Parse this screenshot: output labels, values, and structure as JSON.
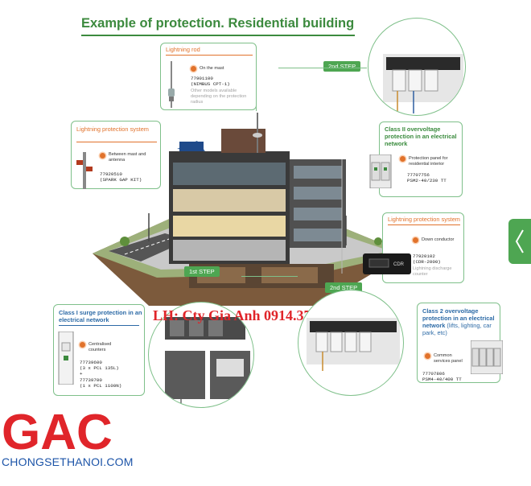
{
  "title": "Example of protection. Residential building",
  "steps": {
    "second_top": "2nd STEP",
    "first": "1st STEP",
    "second_mid": "2nd STEP"
  },
  "lightning_rod": {
    "title": "Lightning rod",
    "location": "On the mast",
    "code": "77901100\n(NIMBUS CPT-1)",
    "note": "Other models available depending on the protection radius"
  },
  "lps_left": {
    "title": "Lightning protection system",
    "location": "Between mast and antenna",
    "code": "77920510\n(SPARK GAP KIT)"
  },
  "class2_top": {
    "title": "Class II overvoltage protection in an electrical network",
    "location": "Protection panel for residential interior",
    "code": "77707756\nPSM2-40/230 TT"
  },
  "lps_right": {
    "title": "Lightning protection system",
    "location": "Down conductor",
    "code": "77920102\n(CDR-2000)",
    "note": "Lightning discharge counter"
  },
  "class1": {
    "title": "Class I surge protection in an electrical network",
    "location": "Centralised counters",
    "code": "77739600\n(3 x PCL 135L)\n+\n77739700\n(1 x PCL 1100N)"
  },
  "class2_bottom": {
    "title_main": "Class 2 overvoltage protection in an electrical network",
    "title_extra": "(lifts, lighting, car park, etc)",
    "location": "Common services panel",
    "code": "77707806\nPSM4-40/400 TT"
  },
  "watermark": "LH: Cty Gia Anh 0914.377611",
  "logo": {
    "letters": "GAC",
    "site": "CHONGSETHANOI.COM"
  },
  "colors": {
    "accent_green": "#3c8a3e",
    "card_border": "#7fc08a",
    "orange": "#e1722b",
    "watermark_red": "#e0252a",
    "logo_red": "#e0252a",
    "logo_blue": "#1c54a8"
  }
}
